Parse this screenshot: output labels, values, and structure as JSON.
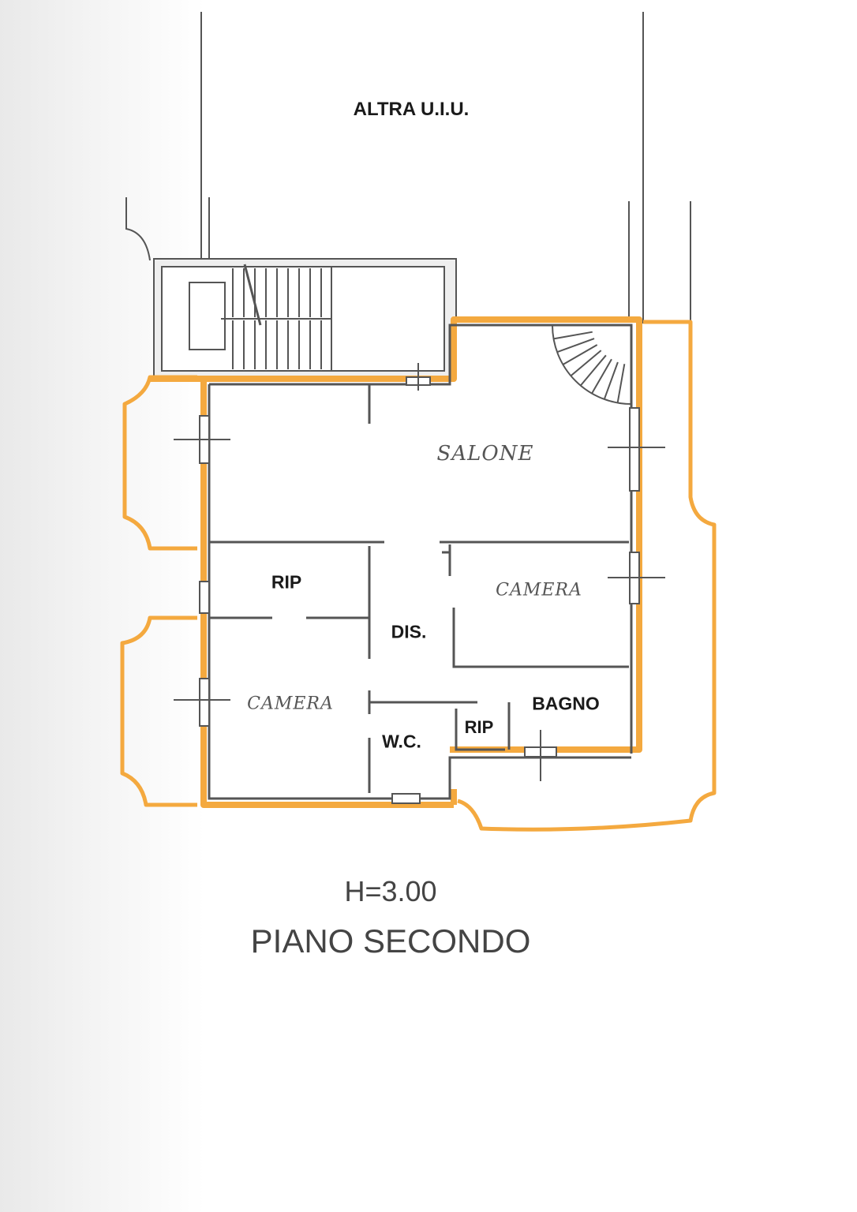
{
  "plan": {
    "top_label": "ALTRA U.I.U.",
    "rooms": {
      "salone": "SALONE",
      "camera_right": "CAMERA",
      "rip_left": "RIP",
      "dis": "DIS.",
      "camera_left": "CAMERA",
      "bagno": "BAGNO",
      "rip_small": "RIP",
      "wc": "W.C."
    },
    "height": "H=3.00",
    "floor_title": "PIANO SECONDO"
  },
  "colors": {
    "highlight": "#f4a93f",
    "wall": "#555555"
  }
}
